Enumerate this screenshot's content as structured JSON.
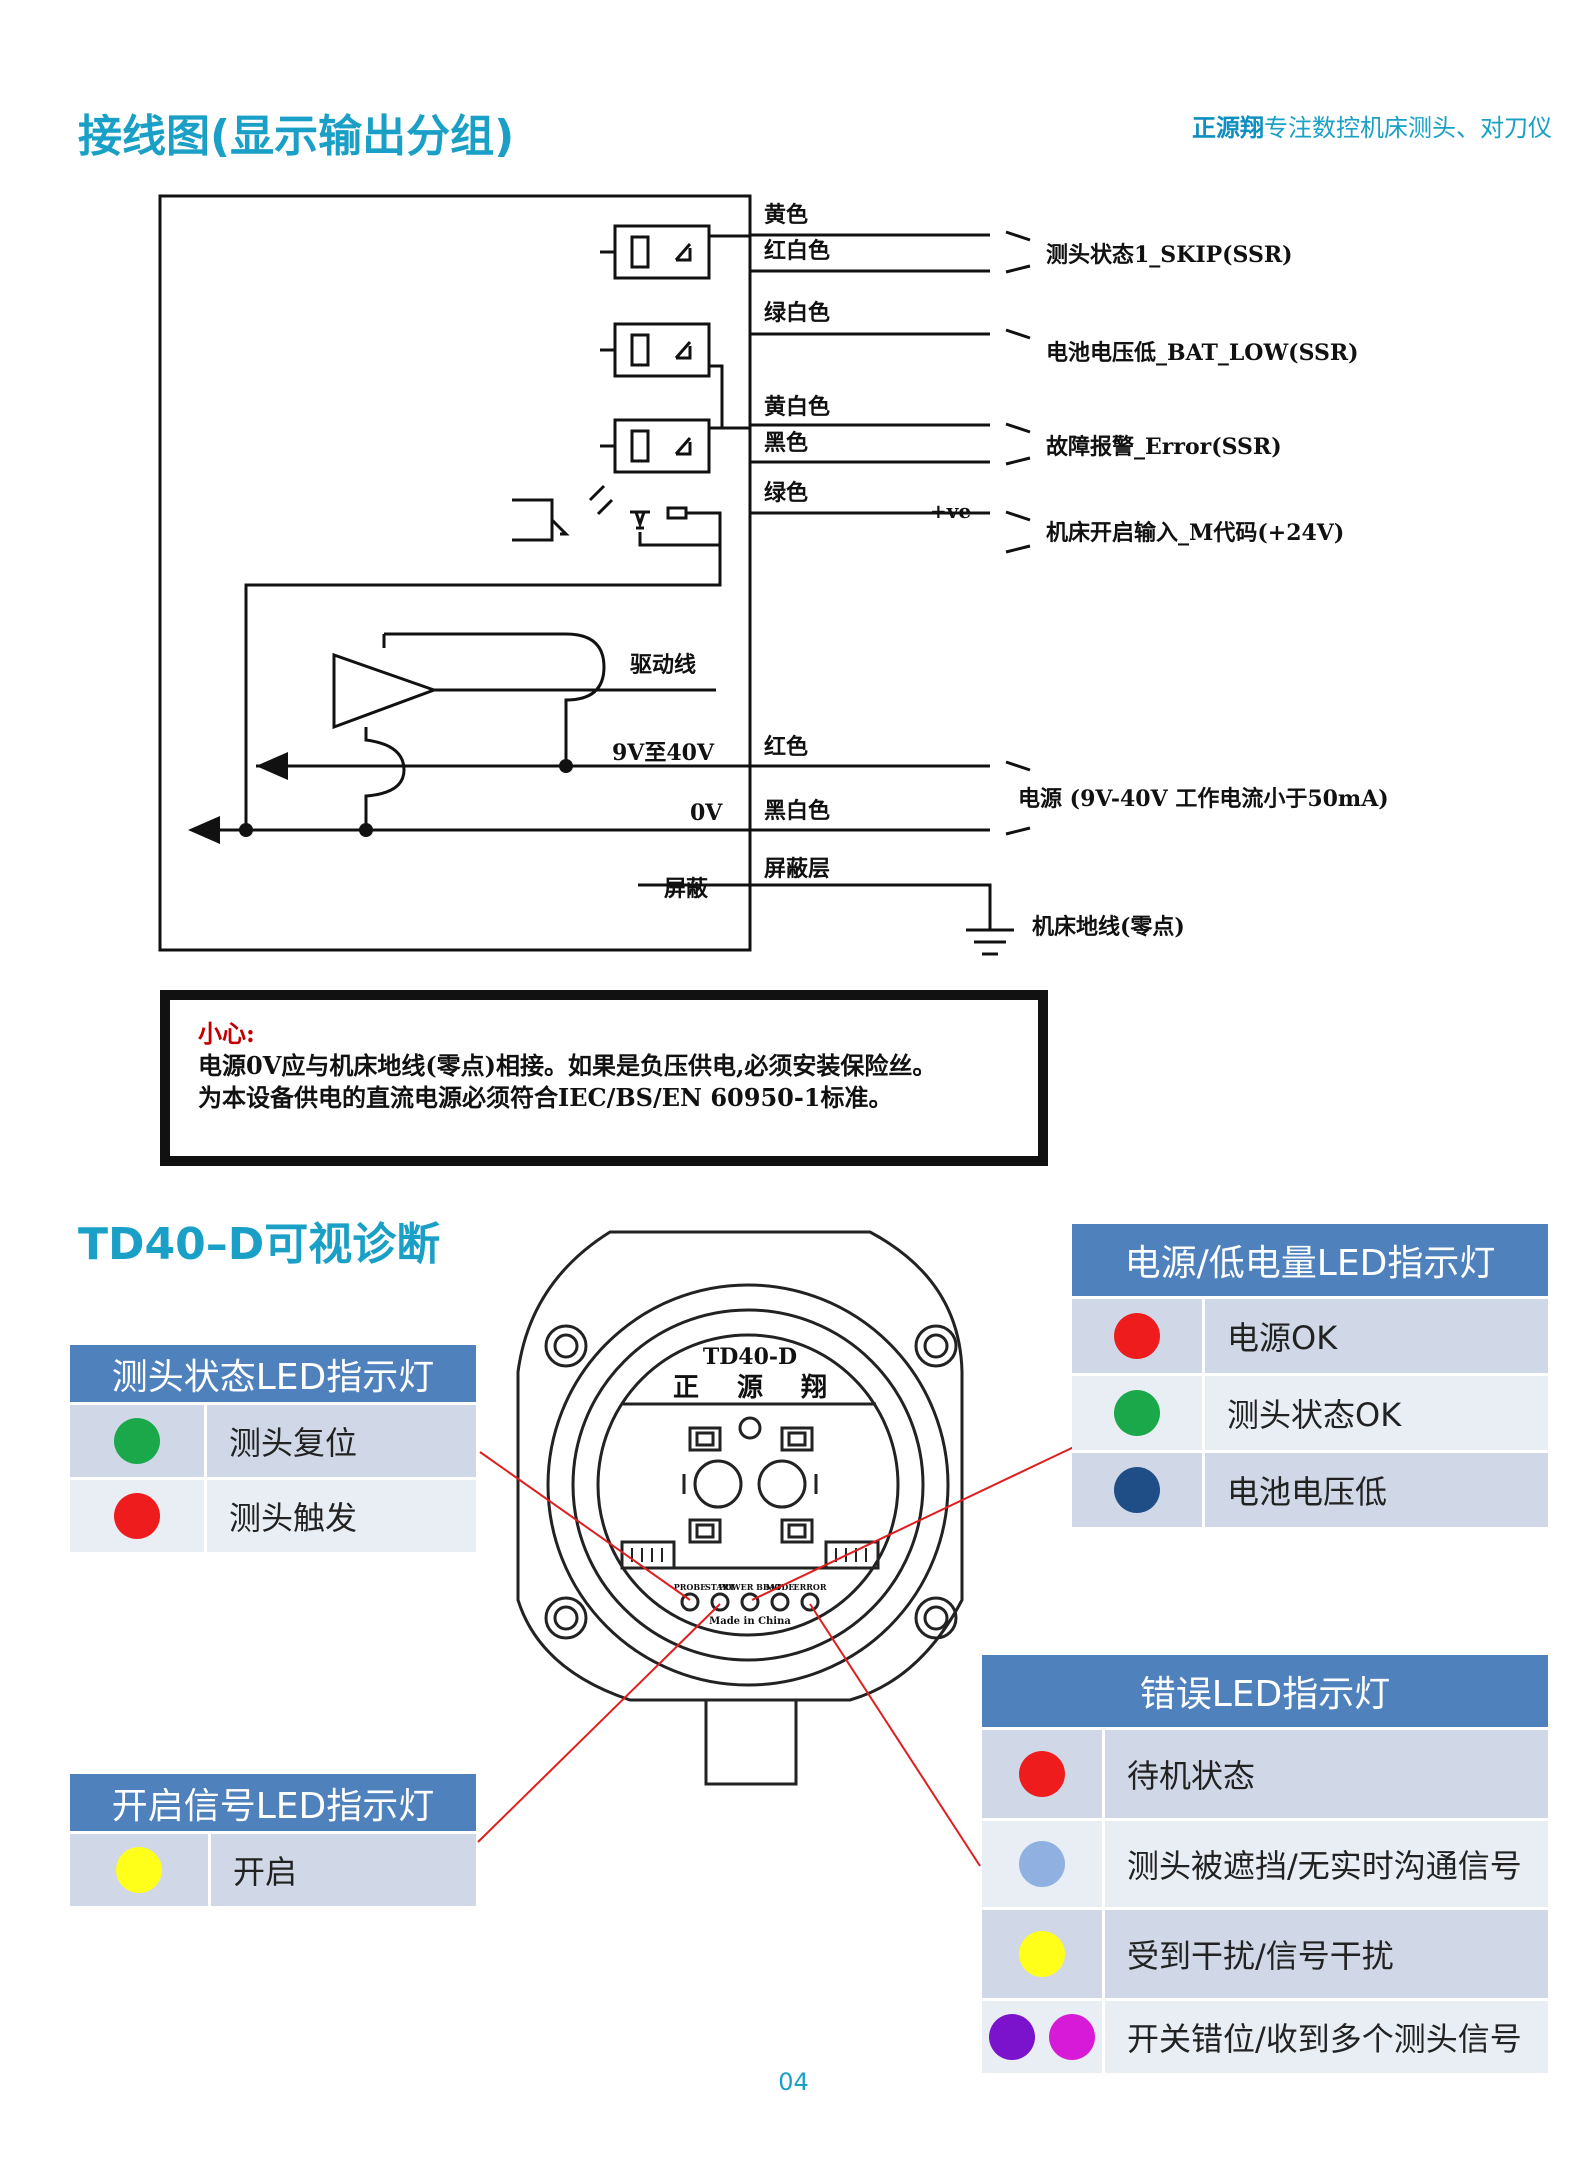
{
  "wiring_title": "接线图(显示输出分组)",
  "brand": {
    "name": "正源翔",
    "tagline": "专注数控机床测头、对刀仪"
  },
  "wiring": {
    "wire_colors": [
      "黄色",
      "红白色",
      "绿白色",
      "黄白色",
      "黑色",
      "绿色",
      "红色",
      "黑白色",
      "屏蔽层"
    ],
    "signals": [
      "测头状态1_SKIP(SSR)",
      "电池电压低_BAT_LOW(SSR)",
      "故障报警_Error(SSR)",
      "机床开启输入_M代码(+24V)"
    ],
    "ve_label": "+ve",
    "drive_label": "驱动线",
    "v_range_label": "9V至40V",
    "ov_label": "0V",
    "shield_label": "屏蔽",
    "power_label": "电源 (9V-40V 工作电流小于50mA)",
    "ground_label": "机床地线(零点)"
  },
  "caution": {
    "heading": "小心:",
    "line1": "电源0V应与机床地线(零点)相接。如果是负压供电,必须安装保险丝。",
    "line2": "为本设备供电的直流电源必须符合IEC/BS/EN 60950-1标准。"
  },
  "diag_title": "TD40–D可视诊断",
  "device": {
    "model": "TD40-D",
    "brand_chars": [
      "正",
      "源",
      "翔"
    ],
    "led_labels": [
      "PROBE",
      "START",
      "POWER BBAT",
      "MODE",
      "ERROR"
    ],
    "footer": "Made in China"
  },
  "colors": {
    "red": "#ee1c1c",
    "green": "#1aa84a",
    "navy": "#1f4e86",
    "yellow": "#ffff1a",
    "lightblue": "#8fb0e0",
    "purple": "#7b12cc",
    "magenta": "#d71ad7",
    "header_blue": "#4f81bd",
    "title_teal": "#1aa0c6"
  },
  "probe_led": {
    "title": "测头状态LED指示灯",
    "rows": [
      {
        "colors": [
          "#1aa84a"
        ],
        "label": "测头复位"
      },
      {
        "colors": [
          "#ee1c1c"
        ],
        "label": "测头触发"
      }
    ]
  },
  "start_led": {
    "title": "开启信号LED指示灯",
    "rows": [
      {
        "colors": [
          "#ffff1a"
        ],
        "label": "开启"
      }
    ]
  },
  "power_led": {
    "title": "电源/低电量LED指示灯",
    "rows": [
      {
        "colors": [
          "#ee1c1c"
        ],
        "label": "电源OK"
      },
      {
        "colors": [
          "#1aa84a"
        ],
        "label": "测头状态OK"
      },
      {
        "colors": [
          "#1f4e86"
        ],
        "label": "电池电压低"
      }
    ]
  },
  "error_led": {
    "title": "错误LED指示灯",
    "rows": [
      {
        "colors": [
          "#ee1c1c"
        ],
        "label": "待机状态"
      },
      {
        "colors": [
          "#8fb0e0"
        ],
        "label": "测头被遮挡/无实时沟通信号"
      },
      {
        "colors": [
          "#ffff1a"
        ],
        "label": "受到干扰/信号干扰"
      },
      {
        "colors": [
          "#7b12cc",
          "#d71ad7"
        ],
        "label": "开关错位/收到多个测头信号"
      }
    ]
  },
  "page_number": "04"
}
